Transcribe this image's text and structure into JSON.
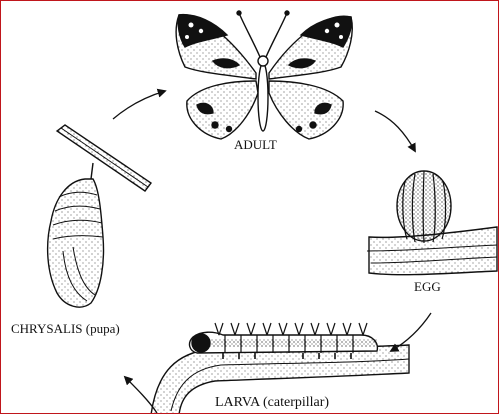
{
  "diagram": {
    "stages": {
      "adult": "ADULT",
      "egg": "EGG",
      "larva": "LARVA (caterpillar)",
      "chrysalis": "CHRYSALIS (pupa)"
    },
    "colors": {
      "frame": "#c0161c",
      "ink": "#111111",
      "paper": "#ffffff"
    },
    "icons": [
      "butterfly-illustration",
      "egg-illustration",
      "caterpillar-illustration",
      "chrysalis-illustration",
      "cycle-arrow"
    ]
  }
}
